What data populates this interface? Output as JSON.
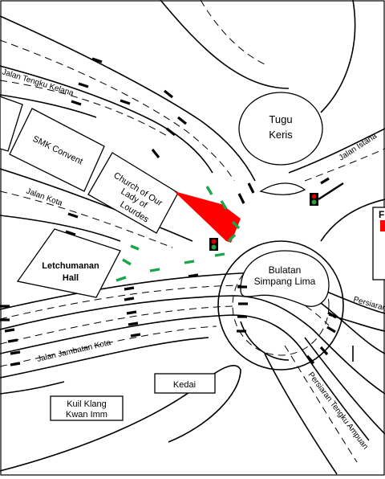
{
  "map": {
    "roads": {
      "jalan_tengku_kelana": "Jalan Tengku Kelana",
      "jalan_kota": "Jalan Kota",
      "jalan_istana": "Jalan Istana",
      "jalan_jambatan_kota": "Jalan Jambatan Kota",
      "persiaran_tengku_ampuan": "Persiaran Tengku Ampuan",
      "persiaran_partial": "Persiaran"
    },
    "landmarks": {
      "tugu_keris_line1": "Tugu",
      "tugu_keris_line2": "Keris",
      "smk_convent": "SMK Convent",
      "church_line1": "Church of Our",
      "church_line2": "Lady of",
      "church_line3": "Lourdes",
      "letchumanan_hall_line1": "Letchumanan",
      "letchumanan_hall_line2": "Hall",
      "bulatan_line1": "Bulatan",
      "bulatan_line2": "Simpang Lima",
      "kedai": "Kedai",
      "kuil_line1": "Kuil Klang",
      "kuil_line2": "Kwan Imm"
    },
    "legend_partial_letter": "F",
    "colors": {
      "highlight_area": "#ff0000",
      "detour_arrows": "#1aa64a",
      "traffic_light_red": "#d40000",
      "traffic_light_green": "#2ea043",
      "line": "#000000"
    },
    "icons": [
      "traffic-light-icon",
      "direction-arrow-icon",
      "detour-arrow-icon"
    ]
  }
}
